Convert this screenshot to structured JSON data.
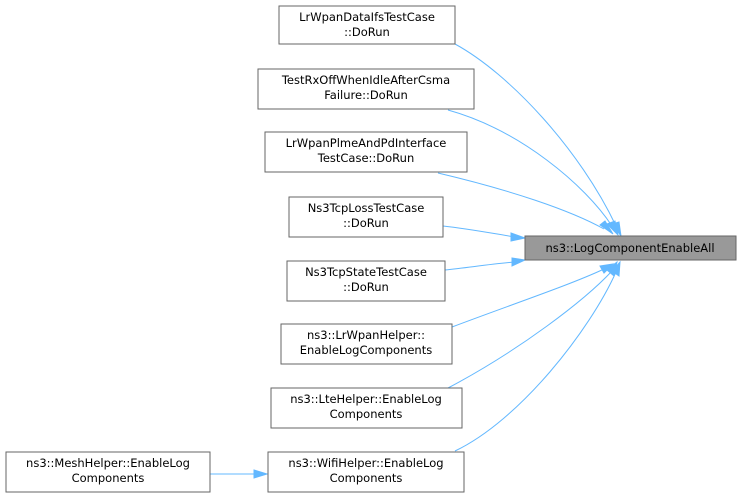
{
  "diagram": {
    "target": {
      "id": "target",
      "lines": [
        "ns3::LogComponentEnableAll"
      ]
    },
    "callers": [
      {
        "id": "n1",
        "lines": [
          "LrWpanDataIfsTestCase",
          "::DoRun"
        ]
      },
      {
        "id": "n2",
        "lines": [
          "TestRxOffWhenIdleAfterCsma",
          "Failure::DoRun"
        ]
      },
      {
        "id": "n3",
        "lines": [
          "LrWpanPlmeAndPdInterface",
          "TestCase::DoRun"
        ]
      },
      {
        "id": "n4",
        "lines": [
          "Ns3TcpLossTestCase",
          "::DoRun"
        ]
      },
      {
        "id": "n5",
        "lines": [
          "Ns3TcpStateTestCase",
          "::DoRun"
        ]
      },
      {
        "id": "n6",
        "lines": [
          "ns3::LrWpanHelper::",
          "EnableLogComponents"
        ]
      },
      {
        "id": "n7",
        "lines": [
          "ns3::LteHelper::EnableLog",
          "Components"
        ]
      },
      {
        "id": "n8",
        "lines": [
          "ns3::WifiHelper::EnableLog",
          "Components"
        ]
      }
    ],
    "second_level": [
      {
        "id": "n9",
        "lines": [
          "ns3::MeshHelper::EnableLog",
          "Components"
        ]
      }
    ],
    "edges": [
      {
        "from": "n1",
        "to": "target"
      },
      {
        "from": "n2",
        "to": "target"
      },
      {
        "from": "n3",
        "to": "target"
      },
      {
        "from": "n4",
        "to": "target"
      },
      {
        "from": "n5",
        "to": "target"
      },
      {
        "from": "n6",
        "to": "target"
      },
      {
        "from": "n7",
        "to": "target"
      },
      {
        "from": "n8",
        "to": "target"
      },
      {
        "from": "n9",
        "to": "n8"
      }
    ],
    "colors": {
      "edge": "#63b8ff",
      "target_fill": "#999999",
      "node_fill": "#ffffff",
      "node_border": "#666666"
    }
  }
}
